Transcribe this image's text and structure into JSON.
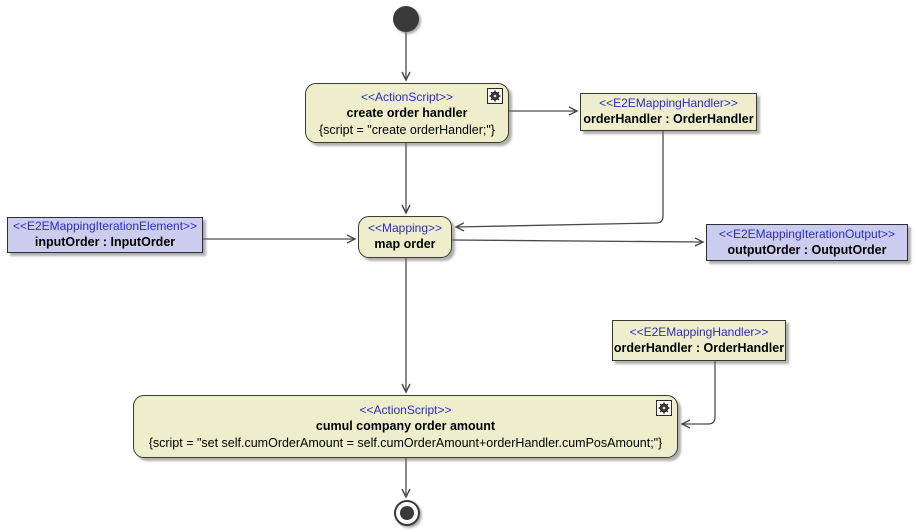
{
  "diagram": {
    "type": "uml-activity-diagram",
    "colors": {
      "canvas": "#ffffff",
      "action_node_fill": "#eeeecd",
      "iteration_node_fill": "#ccccee",
      "node_border": "#3b3b2f",
      "stereotype_text": "#2d2db8",
      "name_text": "#000000",
      "edge": "#4a4a4a"
    },
    "nodes": {
      "initial": {
        "kind": "initial-node"
      },
      "create_order_handler": {
        "stereotype": "<<ActionScript>>",
        "name": "create order handler",
        "script": "{script = \"create orderHandler;\"}",
        "icon": "gear-icon"
      },
      "order_handler_top": {
        "stereotype": "<<E2EMappingHandler>>",
        "name": "orderHandler : OrderHandler"
      },
      "map_order": {
        "stereotype": "<<Mapping>>",
        "name": "map order"
      },
      "input_order": {
        "stereotype": "<<E2EMappingIterationElement>>",
        "name": "inputOrder : InputOrder"
      },
      "output_order": {
        "stereotype": "<<E2EMappingIterationOutput>>",
        "name": "outputOrder : OutputOrder"
      },
      "order_handler_bottom": {
        "stereotype": "<<E2EMappingHandler>>",
        "name": "orderHandler : OrderHandler"
      },
      "cumul_company_order_amount": {
        "stereotype": "<<ActionScript>>",
        "name": "cumul company order amount",
        "script": "{script = \"set self.cumOrderAmount = self.cumOrderAmount+orderHandler.cumPosAmount;\"}",
        "icon": "gear-icon"
      },
      "final": {
        "kind": "activity-final-node"
      }
    },
    "edges": [
      {
        "from": "initial",
        "to": "create_order_handler"
      },
      {
        "from": "create_order_handler",
        "to": "order_handler_top"
      },
      {
        "from": "create_order_handler",
        "to": "map_order"
      },
      {
        "from": "order_handler_top",
        "to": "map_order"
      },
      {
        "from": "input_order",
        "to": "map_order"
      },
      {
        "from": "map_order",
        "to": "output_order"
      },
      {
        "from": "map_order",
        "to": "cumul_company_order_amount"
      },
      {
        "from": "order_handler_bottom",
        "to": "cumul_company_order_amount"
      },
      {
        "from": "cumul_company_order_amount",
        "to": "final"
      }
    ]
  }
}
